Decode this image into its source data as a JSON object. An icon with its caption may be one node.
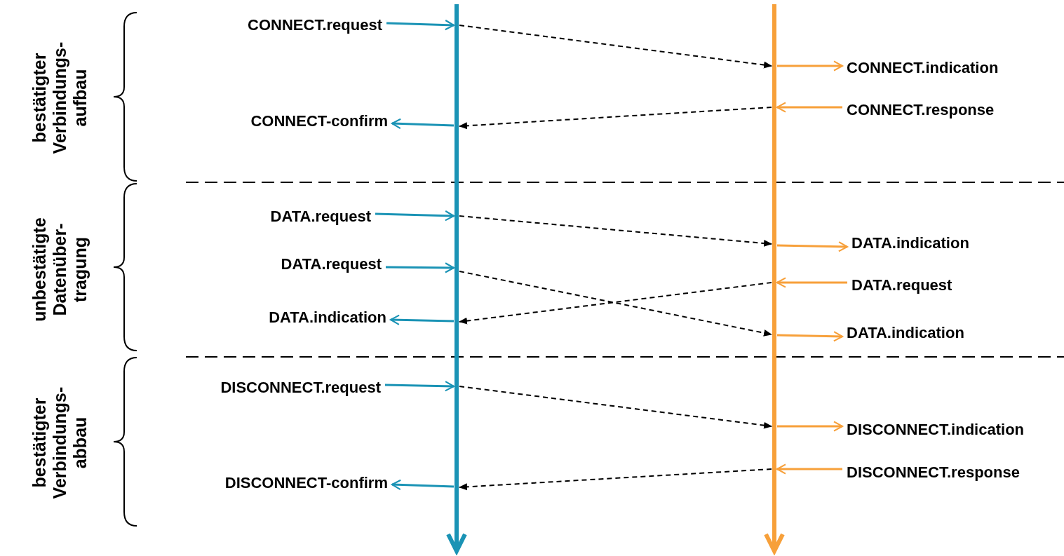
{
  "diagram": {
    "nodes": [
      {
        "text": [],
        "shape": "bar"
      },
      {
        "text": [],
        "shape": "bar"
      },
      {
        "text": [
          "CONNECT.request"
        ]
      },
      {
        "text": [
          "CONNECT.indication"
        ]
      },
      {
        "text": [
          "CONNECT.response"
        ]
      },
      {
        "text": [
          "CONNECT-confirm"
        ]
      },
      {
        "text": [
          "DATA.request"
        ]
      },
      {
        "text": [
          "DATA.indication"
        ]
      },
      {
        "text": [
          "DATA.request"
        ]
      },
      {
        "text": [
          "DATA.request"
        ]
      },
      {
        "text": [
          "DATA.indication"
        ]
      },
      {
        "text": [
          "DATA.indication"
        ]
      },
      {
        "text": [
          "DISCONNECT.request"
        ]
      },
      {
        "text": [
          "DISCONNECT.indication"
        ]
      },
      {
        "text": [
          "DISCONNECT.response"
        ]
      },
      {
        "text": [
          "DISCONNECT-confirm"
        ]
      }
    ],
    "edges": [
      {
        "from": 2,
        "to": 0,
        "arrow": "to",
        "color": "#1a93b5"
      },
      {
        "from": 0,
        "to": 1,
        "arrow": "to",
        "style": "dashed",
        "color": "#000000"
      },
      {
        "from": 1,
        "to": 3,
        "arrow": "to",
        "color": "#f7a03a"
      },
      {
        "from": 4,
        "to": 1,
        "arrow": "to",
        "color": "#f7a03a"
      },
      {
        "from": 1,
        "to": 0,
        "arrow": "to",
        "style": "dashed",
        "color": "#000000"
      },
      {
        "from": 0,
        "to": 5,
        "arrow": "to",
        "color": "#1a93b5"
      },
      {
        "from": 6,
        "to": 0,
        "arrow": "to",
        "color": "#1a93b5"
      },
      {
        "from": 0,
        "to": 1,
        "arrow": "to",
        "style": "dashed",
        "color": "#000000"
      },
      {
        "from": 1,
        "to": 7,
        "arrow": "to",
        "color": "#f7a03a"
      },
      {
        "from": 8,
        "to": 0,
        "arrow": "to",
        "color": "#1a93b5"
      },
      {
        "from": 0,
        "to": 1,
        "arrow": "to",
        "style": "dashed",
        "color": "#000000"
      },
      {
        "from": 9,
        "to": 1,
        "arrow": "to",
        "color": "#f7a03a"
      },
      {
        "from": 1,
        "to": 0,
        "arrow": "to",
        "style": "dashed",
        "color": "#000000"
      },
      {
        "from": 0,
        "to": 10,
        "arrow": "to",
        "color": "#1a93b5"
      },
      {
        "from": 1,
        "to": 11,
        "arrow": "to",
        "color": "#f7a03a"
      },
      {
        "from": 12,
        "to": 0,
        "arrow": "to",
        "color": "#1a93b5"
      },
      {
        "from": 0,
        "to": 1,
        "arrow": "to",
        "style": "dashed",
        "color": "#000000"
      },
      {
        "from": 1,
        "to": 13,
        "arrow": "to",
        "color": "#f7a03a"
      },
      {
        "from": 14,
        "to": 1,
        "arrow": "to",
        "color": "#f7a03a"
      },
      {
        "from": 1,
        "to": 0,
        "arrow": "to",
        "style": "dashed",
        "color": "#000000"
      },
      {
        "from": 0,
        "to": 15,
        "arrow": "to",
        "color": "#1a93b5"
      }
    ],
    "labels": [
      "bestätigter Verbindungs- aufbau",
      "unbestätigte Datenüber- tragung",
      "bestätigter Verbindungs- abbau"
    ]
  }
}
